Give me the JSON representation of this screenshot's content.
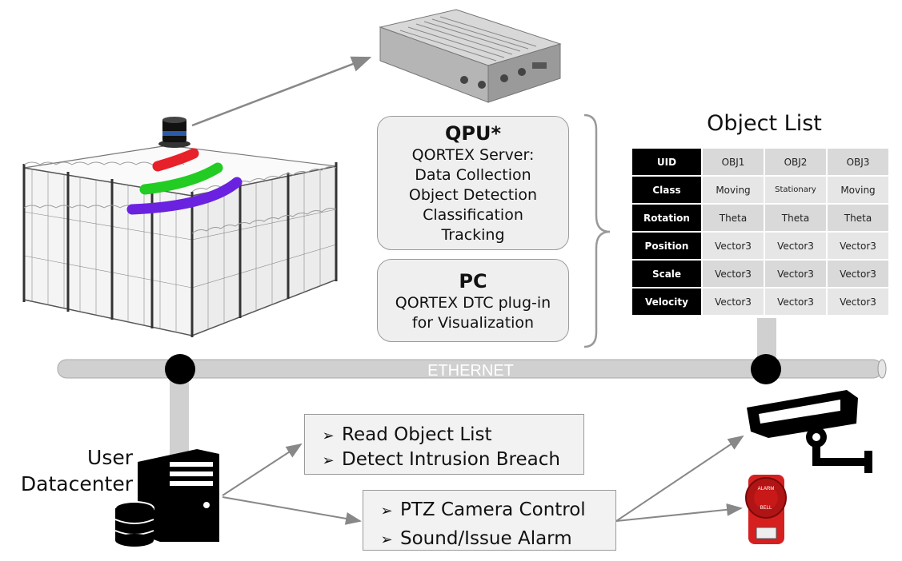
{
  "qpu_box": {
    "title": "QPU*",
    "lines": [
      "QORTEX Server:",
      "Data Collection",
      "Object Detection",
      "Classification",
      "Tracking"
    ]
  },
  "pc_box": {
    "title": "PC",
    "lines": [
      "QORTEX DTC plug-in",
      "for Visualization"
    ]
  },
  "object_list": {
    "title": "Object List",
    "rows": [
      {
        "header": "UID",
        "values": [
          "OBJ1",
          "OBJ2",
          "OBJ3"
        ]
      },
      {
        "header": "Class",
        "values": [
          "Moving",
          "Stationary",
          "Moving"
        ]
      },
      {
        "header": "Rotation",
        "values": [
          "Theta",
          "Theta",
          "Theta"
        ]
      },
      {
        "header": "Position",
        "values": [
          "Vector3",
          "Vector3",
          "Vector3"
        ]
      },
      {
        "header": "Scale",
        "values": [
          "Vector3",
          "Vector3",
          "Vector3"
        ]
      },
      {
        "header": "Velocity",
        "values": [
          "Vector3",
          "Vector3",
          "Vector3"
        ]
      }
    ]
  },
  "ethernet_label": "ETHERNET",
  "user_datacenter": {
    "line1": "User",
    "line2": "Datacenter"
  },
  "actions_read": {
    "items": [
      "Read Object List",
      "Detect Intrusion Breach"
    ]
  },
  "actions_control": {
    "items": [
      "PTZ Camera Control",
      "Sound/Issue Alarm"
    ]
  },
  "alarm_bell_text": [
    "ALARM",
    "BELL"
  ],
  "colors": {
    "bus": "#d0d0d0",
    "wave_red": "#e8202a",
    "wave_green": "#22cc22",
    "wave_purple": "#6a22e0",
    "alarm_red": "#d61f1f"
  }
}
